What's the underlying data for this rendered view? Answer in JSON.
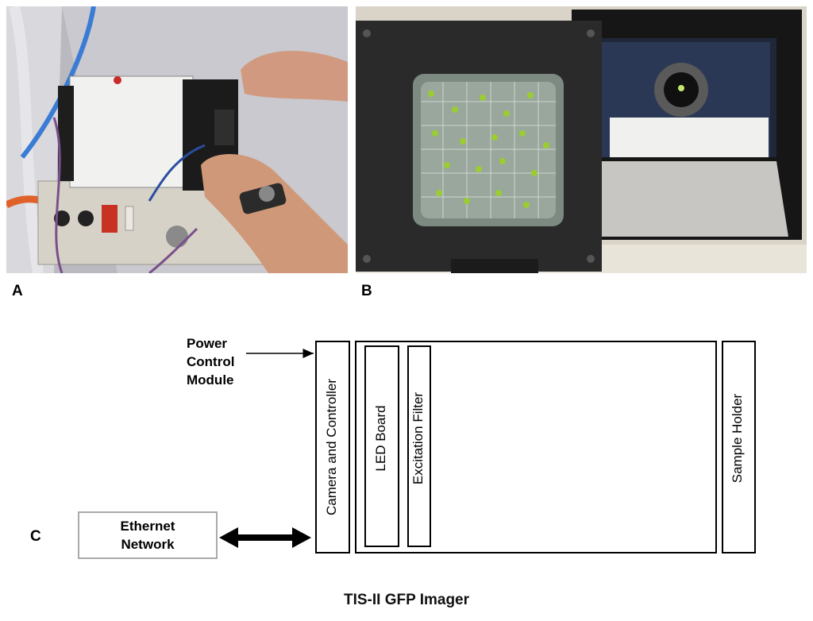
{
  "panels": {
    "a": {
      "letter": "A"
    },
    "b": {
      "letter": "B"
    },
    "c": {
      "letter": "C"
    }
  },
  "diagram": {
    "power_control_module": [
      "Power",
      "Control",
      "Module"
    ],
    "camera_and_controller": "Camera and Controller",
    "led_board": "LED Board",
    "excitation_filter": "Excitation Filter",
    "sample_holder": "Sample Holder",
    "ethernet_network": [
      "Ethernet",
      "Network"
    ]
  },
  "caption": "TIS-II GFP Imager"
}
